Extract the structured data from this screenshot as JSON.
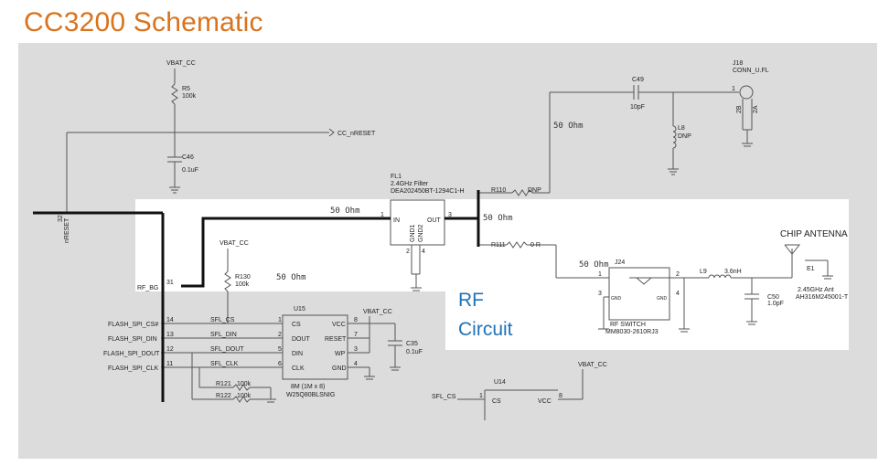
{
  "title": "CC3200 Schematic",
  "rf_label_line1": "RF",
  "rf_label_line2": "Circuit",
  "nets": {
    "vbat_cc": "VBAT_CC",
    "cc_nreset": "CC_nRESET",
    "nreset": "nRESET",
    "rf_bg": "RF_BG",
    "flash_spi_cs": "FLASH_SPI_CS#",
    "flash_spi_din": "FLASH_SPI_DIN",
    "flash_spi_dout": "FLASH_SPI_DOUT",
    "flash_spi_clk": "FLASH_SPI_CLK",
    "sfl_cs": "SFL_CS",
    "sfl_din": "SFL_DIN",
    "sfl_dout": "SFL_DOUT",
    "sfl_clk": "SFL_CLK"
  },
  "impedance": "50 Ohm",
  "components": {
    "r5": {
      "ref": "R5",
      "value": "100k"
    },
    "c46": {
      "ref": "C46",
      "value": "0.1uF"
    },
    "fl1": {
      "ref": "FL1",
      "desc": "2.4GHz Filter",
      "part": "DEA202450BT-1294C1-H",
      "pin_in": "IN",
      "pin_out": "OUT",
      "pin_gnd1": "GND1",
      "pin_gnd2": "GND2",
      "pin1": "1",
      "pin3": "3",
      "pin2": "2",
      "pin4": "4"
    },
    "c49": {
      "ref": "C49",
      "value": "10pF"
    },
    "l8": {
      "ref": "L8",
      "value": "DNP"
    },
    "j18": {
      "ref": "J18",
      "part": "CONN_U.FL",
      "pin1": "1",
      "pin2b": "2B",
      "pin2a": "2A"
    },
    "r110": {
      "ref": "R110",
      "value": "DNP"
    },
    "r111": {
      "ref": "R111",
      "value": "0 R"
    },
    "j24": {
      "ref": "J24",
      "desc": "RF SWITCH",
      "part": "MM8030-2610RJ3",
      "pin1": "1",
      "pin2": "2",
      "pin3": "3",
      "pin4": "4",
      "gnd": "GND"
    },
    "l9": {
      "ref": "L9",
      "value": "3.6nH"
    },
    "c50": {
      "ref": "C50",
      "value": "1.0pF"
    },
    "e1": {
      "ref": "E1",
      "desc": "2.45GHz Ant",
      "part": "AH316M245001-T"
    },
    "chip_antenna": "CHIP ANTENNA",
    "r130": {
      "ref": "R130",
      "value": "100k"
    },
    "u15": {
      "ref": "U15",
      "desc": "8M (1M x 8)",
      "part": "W25Q80BLSNIG",
      "cs": "CS",
      "dout": "DOUT",
      "din": "DIN",
      "clk": "CLK",
      "vcc": "VCC",
      "reset": "RESET",
      "wp": "WP",
      "gnd": "GND",
      "p1": "1",
      "p2": "2",
      "p5": "5",
      "p6": "6",
      "p8": "8",
      "p7": "7",
      "p3": "3",
      "p4": "4"
    },
    "c35": {
      "ref": "C35",
      "value": "0.1uF"
    },
    "r121": {
      "ref": "R121",
      "value": "100k"
    },
    "r122": {
      "ref": "R122",
      "value": "100k"
    },
    "u14": {
      "ref": "U14",
      "cs": "CS",
      "vcc": "VCC",
      "p1": "1",
      "p8": "8"
    }
  },
  "pins": {
    "p32": "32",
    "p31": "31",
    "p14": "14",
    "p13": "13",
    "p12": "12",
    "p11": "11"
  }
}
